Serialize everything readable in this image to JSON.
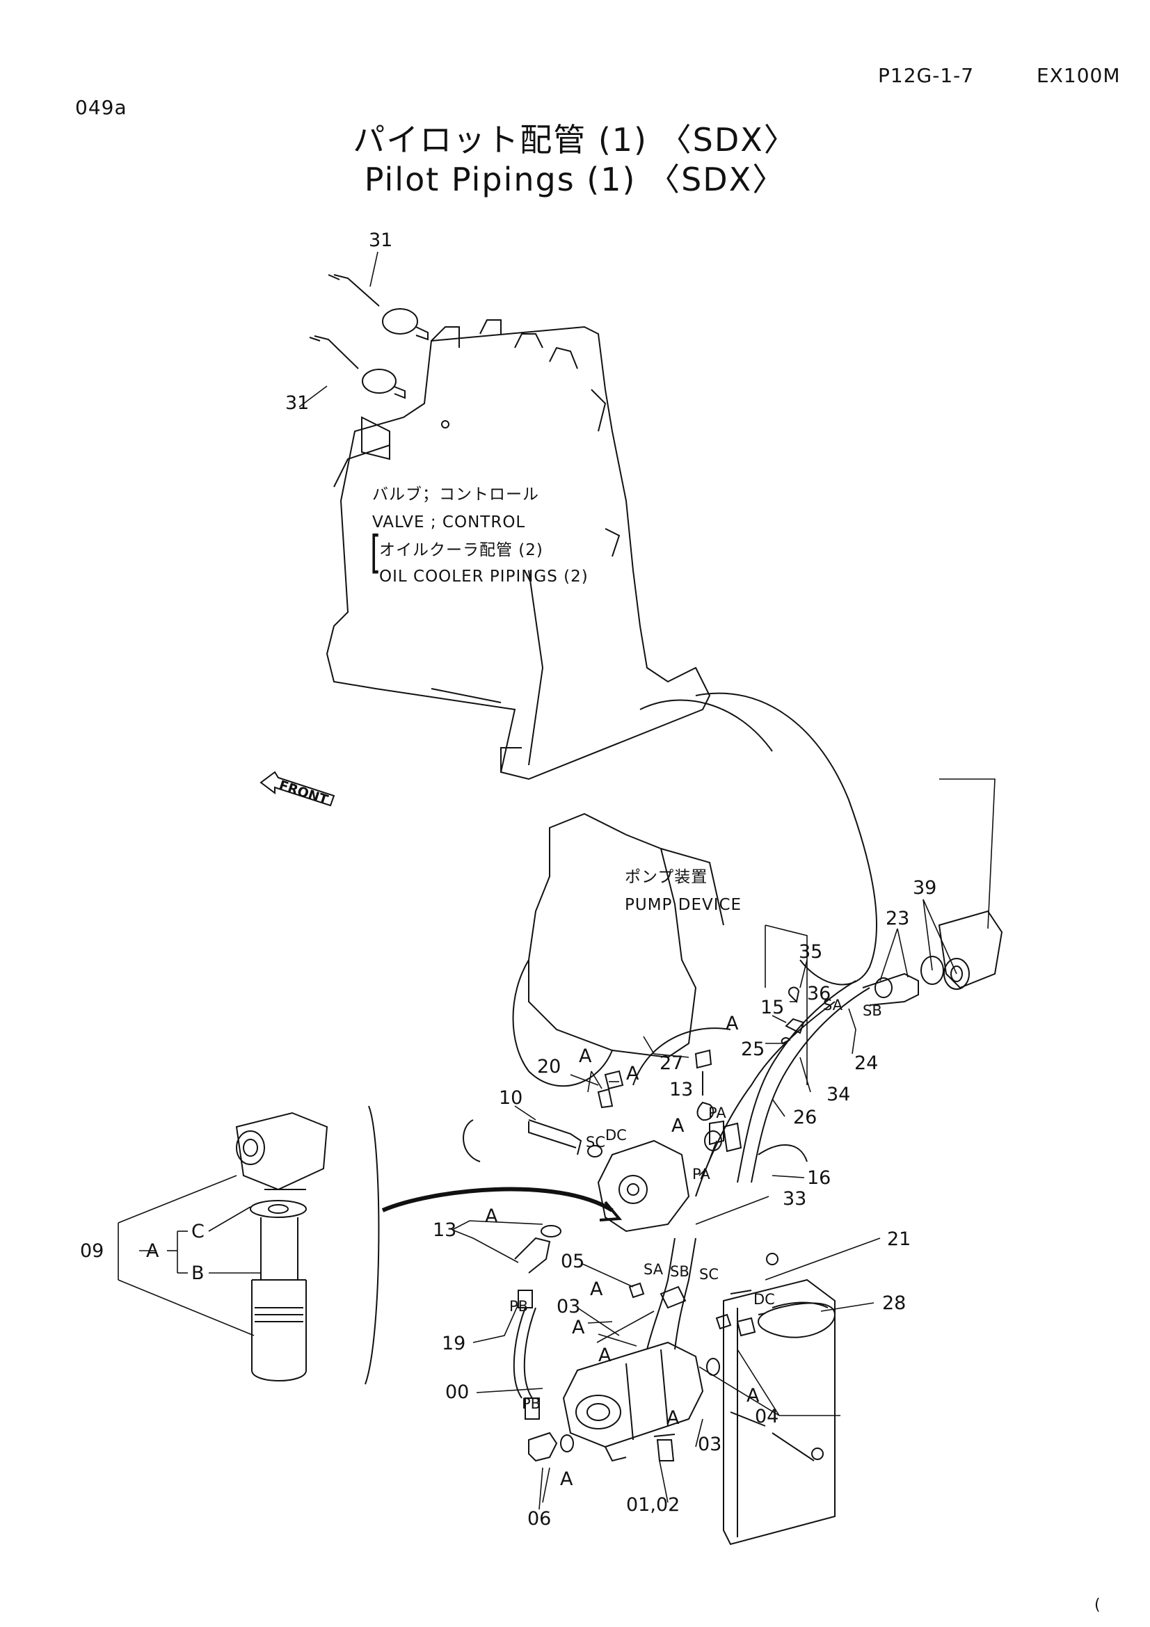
{
  "header": {
    "doc_code": "049a",
    "page_ref": "P12G-1-7",
    "model": "EX100M"
  },
  "title": {
    "japanese": "パイロット配管 (1) 〈SDX〉",
    "english": "Pilot Pipings (1) 〈SDX〉"
  },
  "assemblies": {
    "control_valve_jp": "バルブ；コントロール",
    "control_valve_en": "VALVE ; CONTROL",
    "oil_cooler_jp": "オイルクーラ配管 (2)",
    "oil_cooler_en": "OIL COOLER PIPINGS (2)",
    "pump_jp": "ポンプ装置",
    "pump_en": "PUMP DEVICE",
    "front": "FRONT"
  },
  "callouts": {
    "p31a": "31",
    "p31b": "31",
    "p39": "39",
    "p23": "23",
    "p35": "35",
    "p36": "36",
    "p15": "15",
    "p25": "25",
    "p24": "24",
    "p34": "34",
    "p26": "26",
    "p27": "27",
    "p20": "20",
    "p10": "10",
    "p13a": "13",
    "p13b": "13",
    "p16": "16",
    "p33": "33",
    "p21": "21",
    "p28": "28",
    "p05": "05",
    "p03a": "03",
    "p03b": "03",
    "p04": "04",
    "p19": "19",
    "p00": "00",
    "p06": "06",
    "p0102": "01,02",
    "p09": "09"
  },
  "ports": {
    "SA1": "SA",
    "SB1": "SB",
    "SC1": "SC",
    "DC1": "DC",
    "PA1": "PA",
    "PA2": "PA",
    "SA2": "SA",
    "SB2": "SB",
    "SC2": "SC",
    "DC2": "DC",
    "PB1": "PB",
    "PB2": "PB"
  },
  "letters": {
    "A1": "A",
    "A2": "A",
    "A3": "A",
    "A4": "A",
    "A5": "A",
    "A6": "A",
    "A7": "A",
    "A8": "A",
    "A9": "A",
    "A10": "A",
    "A11": "A",
    "A12": "A",
    "B": "B",
    "C": "C"
  },
  "footer_mark": "("
}
